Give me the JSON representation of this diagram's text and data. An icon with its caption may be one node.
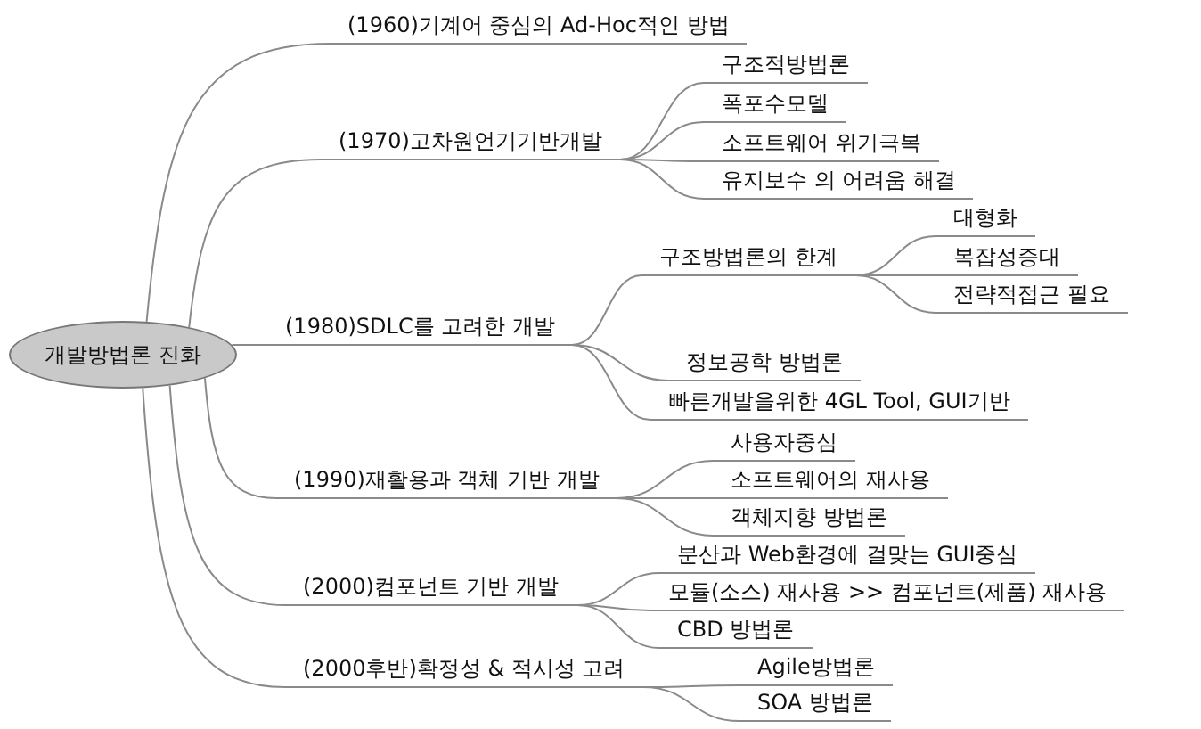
{
  "diagram": {
    "nodes": [
      {
        "text": [
          "개발방법론 진화"
        ]
      },
      {
        "text": [
          "(1960)기계어 중심의 Ad-Hoc적인 방법"
        ]
      },
      {
        "text": [
          "(1970)고차원언기기반개발"
        ]
      },
      {
        "text": [
          "구조적방법론"
        ]
      },
      {
        "text": [
          "폭포수모델"
        ]
      },
      {
        "text": [
          "소프트웨어 위기극복"
        ]
      },
      {
        "text": [
          "유지보수 의 어려움 해결"
        ]
      },
      {
        "text": [
          "(1980)SDLC를 고려한 개발"
        ]
      },
      {
        "text": [
          "구조방법론의 한계"
        ]
      },
      {
        "text": [
          "대형화"
        ]
      },
      {
        "text": [
          "복잡성증대"
        ]
      },
      {
        "text": [
          "전략적접근 필요"
        ]
      },
      {
        "text": [
          "정보공학 방법론"
        ]
      },
      {
        "text": [
          "빠른개발을위한 4GL Tool, GUI기반"
        ]
      },
      {
        "text": [
          "(1990)재활용과 객체 기반 개발"
        ]
      },
      {
        "text": [
          "사용자중심"
        ]
      },
      {
        "text": [
          "소프트웨어의 재사용"
        ]
      },
      {
        "text": [
          "객체지향 방법론"
        ]
      },
      {
        "text": [
          "(2000)컴포넌트 기반 개발"
        ]
      },
      {
        "text": [
          "분산과 Web환경에 걸맞는 GUI중심"
        ]
      },
      {
        "text": [
          "모듈(소스) 재사용 >> 컴포넌트(제품) 재사용"
        ]
      },
      {
        "text": [
          "CBD 방법론"
        ]
      },
      {
        "text": [
          "(2000후반)확정성 & 적시성 고려"
        ]
      },
      {
        "text": [
          "Agile방법론"
        ]
      },
      {
        "text": [
          "SOA 방법론"
        ]
      }
    ],
    "edges": [
      {
        "from": 0,
        "to": 1,
        "arrow": "none"
      },
      {
        "from": 0,
        "to": 2,
        "arrow": "none"
      },
      {
        "from": 2,
        "to": 3,
        "arrow": "none"
      },
      {
        "from": 2,
        "to": 4,
        "arrow": "none"
      },
      {
        "from": 2,
        "to": 5,
        "arrow": "none"
      },
      {
        "from": 2,
        "to": 6,
        "arrow": "none"
      },
      {
        "from": 0,
        "to": 7,
        "arrow": "none"
      },
      {
        "from": 7,
        "to": 8,
        "arrow": "none"
      },
      {
        "from": 8,
        "to": 9,
        "arrow": "none"
      },
      {
        "from": 8,
        "to": 10,
        "arrow": "none"
      },
      {
        "from": 8,
        "to": 11,
        "arrow": "none"
      },
      {
        "from": 7,
        "to": 12,
        "arrow": "none"
      },
      {
        "from": 7,
        "to": 13,
        "arrow": "none"
      },
      {
        "from": 0,
        "to": 14,
        "arrow": "none"
      },
      {
        "from": 14,
        "to": 15,
        "arrow": "none"
      },
      {
        "from": 14,
        "to": 16,
        "arrow": "none"
      },
      {
        "from": 14,
        "to": 17,
        "arrow": "none"
      },
      {
        "from": 0,
        "to": 18,
        "arrow": "none"
      },
      {
        "from": 18,
        "to": 19,
        "arrow": "none"
      },
      {
        "from": 18,
        "to": 20,
        "arrow": "none"
      },
      {
        "from": 18,
        "to": 21,
        "arrow": "none"
      },
      {
        "from": 0,
        "to": 22,
        "arrow": "none"
      },
      {
        "from": 22,
        "to": 23,
        "arrow": "none"
      },
      {
        "from": 22,
        "to": 24,
        "arrow": "none"
      }
    ]
  }
}
